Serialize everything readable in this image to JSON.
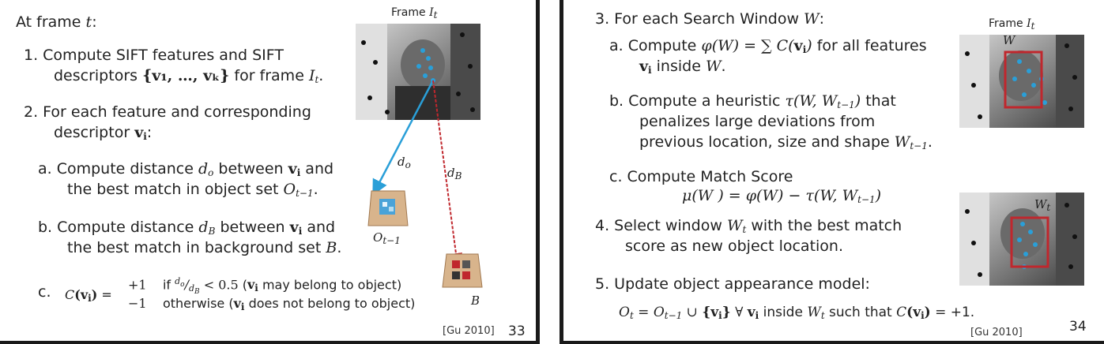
{
  "slide1": {
    "intro": "At frame",
    "intro_var": "t",
    "step1_a": "1.  Compute SIFT features and SIFT",
    "step1_b": "descriptors",
    "step1_set": "{v₁, …, vₖ}",
    "step1_c": "for frame",
    "step1_frame": "I",
    "step2_a": "2.  For each feature and corresponding",
    "step2_b": "descriptor",
    "stepa_a": "a.  Compute distance",
    "stepa_b": "between",
    "stepa_c": "and",
    "stepa_d": "the best match in object set",
    "stepb_a": "b.  Compute distance",
    "stepb_b": "between",
    "stepb_c": "and",
    "stepb_d": "the best match in background set",
    "stepc_label": "c.",
    "case1_val": "+1",
    "case1_text": "if",
    "case1_cond": "< 0.5",
    "case1_note": "may belong to object)",
    "case2_val": "−1",
    "case2_text": "otherwise",
    "case2_note": "does not belong to object)",
    "frame_label": "Frame",
    "label_do": "d",
    "label_dB": "d",
    "label_O": "O",
    "label_B": "B",
    "citation": "[Gu 2010]",
    "page_number": "33"
  },
  "slide2": {
    "step3": "3.  For each Search Window",
    "step3_var": "W",
    "step3a_a": "a.  Compute",
    "step3a_b": "for all features",
    "step3a_c": "inside",
    "step3b_a": "b.  Compute a heuristic",
    "step3b_b": "that",
    "step3b_c": "penalizes large deviations from",
    "step3b_d": "previous location, size and shape",
    "step3c": "c.  Compute Match Score",
    "step4_a": "4.  Select window",
    "step4_b": "with the best match",
    "step4_c": "score as new object location.",
    "step5": "5.  Update object appearance model:",
    "step5_text1": "inside",
    "step5_text2": "such that",
    "frame_label": "Frame",
    "label_W": "W",
    "label_Wt": "W",
    "citation": "[Gu 2010]",
    "page_number": "34"
  },
  "colors": {
    "blue_feature": "#2a9fd8",
    "red_window": "#c0272d",
    "red_line": "#c0272d",
    "black_feature": "#111111"
  }
}
